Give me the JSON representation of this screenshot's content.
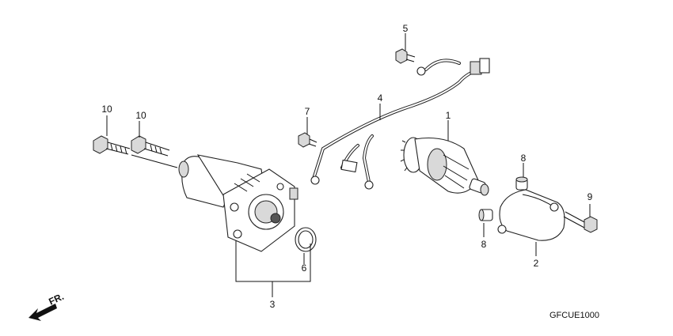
{
  "callouts": {
    "c1": "1",
    "c2": "2",
    "c3": "3",
    "c4": "4",
    "c5": "5",
    "c6": "6",
    "c7": "7",
    "c8a": "8",
    "c8b": "8",
    "c9": "9",
    "c10a": "10",
    "c10b": "10"
  },
  "diagram_code": "GFCUE1000",
  "direction_label": "FR."
}
